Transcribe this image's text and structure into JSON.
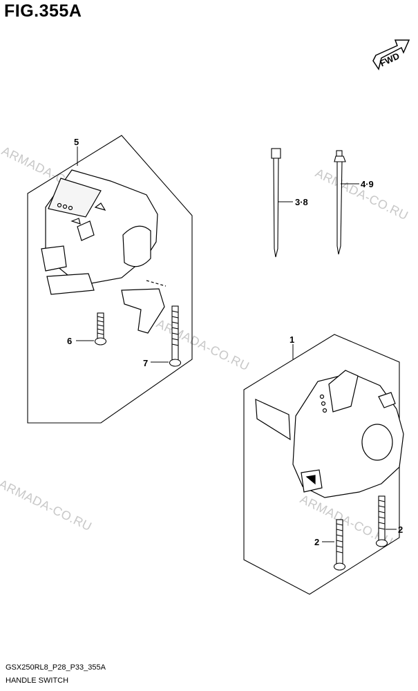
{
  "figure": {
    "title": "FIG.355A",
    "direction_label": "FWD",
    "model_code": "GSX250RL8_P28_P33_355A",
    "section_name": "HANDLE SWITCH"
  },
  "watermark": "ARMADA-CO.RU",
  "callouts": {
    "c1": "1",
    "c2a": "2",
    "c2b": "2",
    "c38": "3·8",
    "c49": "4·9",
    "c5": "5",
    "c6": "6",
    "c7": "7"
  }
}
